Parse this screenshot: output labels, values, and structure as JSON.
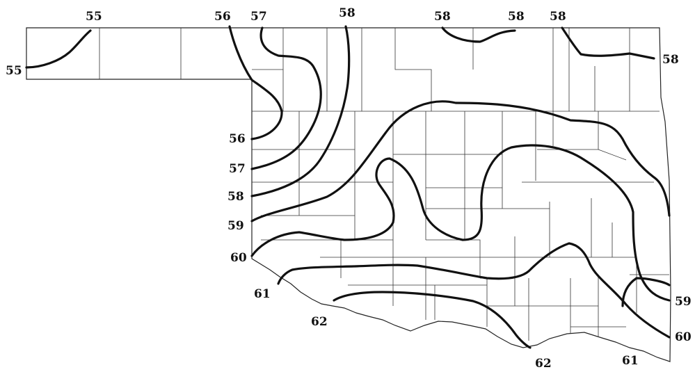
{
  "map": {
    "isolines": [
      {
        "value": "55"
      },
      {
        "value": "56"
      },
      {
        "value": "57"
      },
      {
        "value": "58"
      },
      {
        "value": "59"
      },
      {
        "value": "60"
      },
      {
        "value": "61"
      },
      {
        "value": "62"
      }
    ],
    "labels": [
      {
        "text": "55"
      },
      {
        "text": "55"
      },
      {
        "text": "56"
      },
      {
        "text": "57"
      },
      {
        "text": "58"
      },
      {
        "text": "58"
      },
      {
        "text": "58"
      },
      {
        "text": "58"
      },
      {
        "text": "58"
      },
      {
        "text": "56"
      },
      {
        "text": "57"
      },
      {
        "text": "58"
      },
      {
        "text": "59"
      },
      {
        "text": "60"
      },
      {
        "text": "61"
      },
      {
        "text": "62"
      },
      {
        "text": "62"
      },
      {
        "text": "61"
      },
      {
        "text": "59"
      },
      {
        "text": "60"
      }
    ]
  }
}
